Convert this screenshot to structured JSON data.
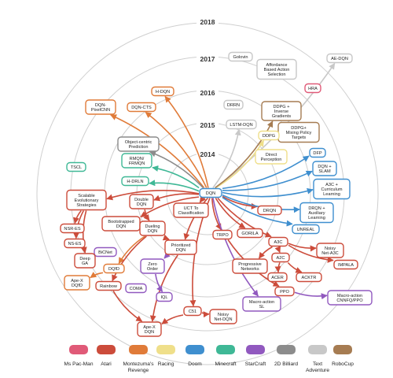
{
  "years": [
    "2018",
    "2017",
    "2016",
    "2015",
    "2014"
  ],
  "colors": {
    "ms_pacman": "#e05a78",
    "atari": "#cc4c3b",
    "montezuma": "#e07b39",
    "racing": "#efdf8a",
    "doom": "#3f8fcf",
    "minecraft": "#3fb896",
    "starcraft": "#9159bf",
    "billiard": "#8c8c8c",
    "text_adventure": "#c8c8c8",
    "robocup": "#a67c52"
  },
  "nodes": [
    {
      "id": "dqn",
      "lines": [
        "DQN"
      ],
      "game": "doom"
    },
    {
      "id": "golovin",
      "lines": [
        "Golovin"
      ],
      "game": "text_adventure"
    },
    {
      "id": "affordance",
      "lines": [
        "Affordance",
        "Based Action",
        "Selection"
      ],
      "game": "text_adventure"
    },
    {
      "id": "aedqn",
      "lines": [
        "AE-DQN"
      ],
      "game": "text_adventure"
    },
    {
      "id": "hra",
      "lines": [
        "HRA"
      ],
      "game": "ms_pacman"
    },
    {
      "id": "hdqn",
      "lines": [
        "H-DQN"
      ],
      "game": "montezuma"
    },
    {
      "id": "dqnpixelcnn",
      "lines": [
        "DQN-",
        "PixelCNN"
      ],
      "game": "montezuma"
    },
    {
      "id": "dqncts",
      "lines": [
        "DQN-CTS"
      ],
      "game": "montezuma"
    },
    {
      "id": "drrn",
      "lines": [
        "DRRN"
      ],
      "game": "text_adventure"
    },
    {
      "id": "lstmdqn",
      "lines": [
        "LSTM-DQN"
      ],
      "game": "text_adventure"
    },
    {
      "id": "ddpgig",
      "lines": [
        "DDPG +",
        "Inverse",
        "Gradients"
      ],
      "game": "robocup"
    },
    {
      "id": "ddpgmixing",
      "lines": [
        "DDPG+",
        "Mixing Policy",
        "Targets"
      ],
      "game": "robocup"
    },
    {
      "id": "ddpg",
      "lines": [
        "DDPG"
      ],
      "game": "racing"
    },
    {
      "id": "directperc",
      "lines": [
        "Direct",
        "Perception"
      ],
      "game": "racing"
    },
    {
      "id": "objcentric",
      "lines": [
        "Object-centric",
        "Prediction"
      ],
      "game": "billiard"
    },
    {
      "id": "dfp",
      "lines": [
        "DFP"
      ],
      "game": "doom"
    },
    {
      "id": "tscl",
      "lines": [
        "TSCL"
      ],
      "game": "minecraft"
    },
    {
      "id": "rmqn",
      "lines": [
        "RMQN/",
        "FRMQN"
      ],
      "game": "minecraft"
    },
    {
      "id": "dqnslam",
      "lines": [
        "DQN +",
        "SLAM"
      ],
      "game": "doom"
    },
    {
      "id": "hdrln",
      "lines": [
        "H-DRLN"
      ],
      "game": "minecraft"
    },
    {
      "id": "a3ccurr",
      "lines": [
        "A3C +",
        "Curriculum",
        "Learning"
      ],
      "game": "doom"
    },
    {
      "id": "scalable",
      "lines": [
        "Scalable",
        "Evolutionary",
        "Strategies"
      ],
      "game": "atari"
    },
    {
      "id": "doubledqn",
      "lines": [
        "Double",
        "DQN"
      ],
      "game": "atari"
    },
    {
      "id": "uct",
      "lines": [
        "UCT To",
        "Classification"
      ],
      "game": "atari"
    },
    {
      "id": "drqn",
      "lines": [
        "DRQN"
      ],
      "game": "atari"
    },
    {
      "id": "drqnaux",
      "lines": [
        "DRQN +",
        "Auxiliary",
        "Learning"
      ],
      "game": "doom"
    },
    {
      "id": "bootstrapped",
      "lines": [
        "Bootstrapped",
        "DQN"
      ],
      "game": "atari"
    },
    {
      "id": "nsres",
      "lines": [
        "NSR-ES"
      ],
      "game": "atari"
    },
    {
      "id": "nses",
      "lines": [
        "NS-ES"
      ],
      "game": "atari"
    },
    {
      "id": "bicnet",
      "lines": [
        "BiCNet"
      ],
      "game": "starcraft"
    },
    {
      "id": "duelingdqn",
      "lines": [
        "Dueling",
        "DQN"
      ],
      "game": "atari"
    },
    {
      "id": "prioritized",
      "lines": [
        "Prioritized",
        "DQN"
      ],
      "game": "atari"
    },
    {
      "id": "trpo",
      "lines": [
        "TRPO"
      ],
      "game": "atari"
    },
    {
      "id": "gorila",
      "lines": [
        "GORILA"
      ],
      "game": "atari"
    },
    {
      "id": "unreal",
      "lines": [
        "UNREAL"
      ],
      "game": "doom"
    },
    {
      "id": "a3c",
      "lines": [
        "A3C"
      ],
      "game": "atari"
    },
    {
      "id": "noisya3c",
      "lines": [
        "Noisy",
        "Net-A3C"
      ],
      "game": "atari"
    },
    {
      "id": "deepga",
      "lines": [
        "Deep",
        "GA"
      ],
      "game": "atari"
    },
    {
      "id": "zeroorder",
      "lines": [
        "Zero",
        "Order"
      ],
      "game": "starcraft"
    },
    {
      "id": "dqfd",
      "lines": [
        "DQfD"
      ],
      "game": "montezuma"
    },
    {
      "id": "progressive",
      "lines": [
        "Progressive",
        "Networks"
      ],
      "game": "atari"
    },
    {
      "id": "a2c",
      "lines": [
        "A2C"
      ],
      "game": "atari"
    },
    {
      "id": "impala",
      "lines": [
        "IMPALA"
      ],
      "game": "atari"
    },
    {
      "id": "apexdqfd",
      "lines": [
        "Ape-X",
        "DQfD"
      ],
      "game": "montezuma"
    },
    {
      "id": "rainbow",
      "lines": [
        "Rainbow"
      ],
      "game": "atari"
    },
    {
      "id": "acer",
      "lines": [
        "ACER"
      ],
      "game": "atari"
    },
    {
      "id": "acktr",
      "lines": [
        "ACKTR"
      ],
      "game": "atari"
    },
    {
      "id": "coma",
      "lines": [
        "COMA"
      ],
      "game": "starcraft"
    },
    {
      "id": "iql",
      "lines": [
        "IQL"
      ],
      "game": "starcraft"
    },
    {
      "id": "ppo",
      "lines": [
        "PPO"
      ],
      "game": "atari"
    },
    {
      "id": "macrocnnf",
      "lines": [
        "Macro-action",
        "CNNFQ/PPO"
      ],
      "game": "starcraft"
    },
    {
      "id": "macrosl",
      "lines": [
        "Macro-action",
        "SL"
      ],
      "game": "starcraft"
    },
    {
      "id": "c51",
      "lines": [
        "C51"
      ],
      "game": "atari"
    },
    {
      "id": "noisydqn",
      "lines": [
        "Noisy",
        "Net-DQN"
      ],
      "game": "atari"
    },
    {
      "id": "apexdqn",
      "lines": [
        "Ape-X",
        "DQN"
      ],
      "game": "atari"
    }
  ],
  "edges": [
    [
      "dqn",
      "hdqn",
      "montezuma"
    ],
    [
      "dqn",
      "dqnpixelcnn",
      "montezuma"
    ],
    [
      "dqn",
      "dqncts",
      "montezuma"
    ],
    [
      "dqn",
      "lstmdqn",
      "text_adventure"
    ],
    [
      "dqn",
      "aedqn",
      "text_adventure"
    ],
    [
      "dqn",
      "ddpg",
      "racing"
    ],
    [
      "dqn",
      "ddpgig",
      "robocup"
    ],
    [
      "dqn",
      "dfp",
      "doom"
    ],
    [
      "dqn",
      "dqnslam",
      "doom"
    ],
    [
      "dqn",
      "a3ccurr",
      "doom"
    ],
    [
      "dqn",
      "rmqn",
      "minecraft"
    ],
    [
      "dqn",
      "hdrln",
      "minecraft"
    ],
    [
      "dqn",
      "objcentric",
      "billiard"
    ],
    [
      "dqn",
      "doubledqn",
      "atari"
    ],
    [
      "dqn",
      "uct",
      "atari"
    ],
    [
      "dqn",
      "drqn",
      "atari"
    ],
    [
      "dqn",
      "gorila",
      "atari"
    ],
    [
      "dqn",
      "trpo",
      "atari"
    ],
    [
      "dqn",
      "prioritized",
      "atari"
    ],
    [
      "dqn",
      "bootstrapped",
      "atari"
    ],
    [
      "dqn",
      "scalable",
      "atari"
    ],
    [
      "dqn",
      "c51",
      "atari"
    ],
    [
      "dqn",
      "a3c",
      "atari"
    ],
    [
      "dqn",
      "unreal",
      "doom"
    ],
    [
      "dqn",
      "drqnaux",
      "doom"
    ],
    [
      "dqn",
      "macrosl",
      "starcraft"
    ],
    [
      "doubledqn",
      "duelingdqn",
      "atari"
    ],
    [
      "duelingdqn",
      "prioritized",
      "atari"
    ],
    [
      "duelingdqn",
      "dqfd",
      "montezuma"
    ],
    [
      "duelingdqn",
      "rainbow",
      "atari"
    ],
    [
      "dqfd",
      "apexdqfd",
      "montezuma"
    ],
    [
      "prioritized",
      "apexdqn",
      "atari"
    ],
    [
      "prioritized",
      "zeroorder",
      "starcraft"
    ],
    [
      "scalable",
      "nsres",
      "atari"
    ],
    [
      "scalable",
      "nses",
      "atari"
    ],
    [
      "scalable",
      "deepga",
      "atari"
    ],
    [
      "a3c",
      "noisya3c",
      "atari"
    ],
    [
      "a3c",
      "impala",
      "atari"
    ],
    [
      "a3c",
      "a2c",
      "atari"
    ],
    [
      "a2c",
      "acktr",
      "atari"
    ],
    [
      "a2c",
      "acer",
      "atari"
    ],
    [
      "a3c",
      "progressive",
      "atari"
    ],
    [
      "trpo",
      "ppo",
      "atari"
    ],
    [
      "ppo",
      "macrocnnf",
      "starcraft"
    ],
    [
      "zeroorder",
      "iql",
      "starcraft"
    ],
    [
      "c51",
      "noisydqn",
      "atari"
    ],
    [
      "rainbow",
      "apexdqn",
      "atari"
    ],
    [
      "c51",
      "apexdqn",
      "atari"
    ]
  ],
  "legend": [
    {
      "label": "Ms Pac-Man",
      "color": "ms_pacman"
    },
    {
      "label": "Atari",
      "color": "atari"
    },
    {
      "label": "Montezuma's",
      "label2": "Revenge",
      "color": "montezuma"
    },
    {
      "label": "Racing",
      "color": "racing"
    },
    {
      "label": "Doom",
      "color": "doom"
    },
    {
      "label": "Minecraft",
      "color": "minecraft"
    },
    {
      "label": "StarCraft",
      "color": "starcraft"
    },
    {
      "label": "2D Billiard",
      "color": "billiard"
    },
    {
      "label": "Text",
      "label2": "Adventure",
      "color": "text_adventure"
    },
    {
      "label": "RoboCup",
      "color": "robocup"
    }
  ]
}
